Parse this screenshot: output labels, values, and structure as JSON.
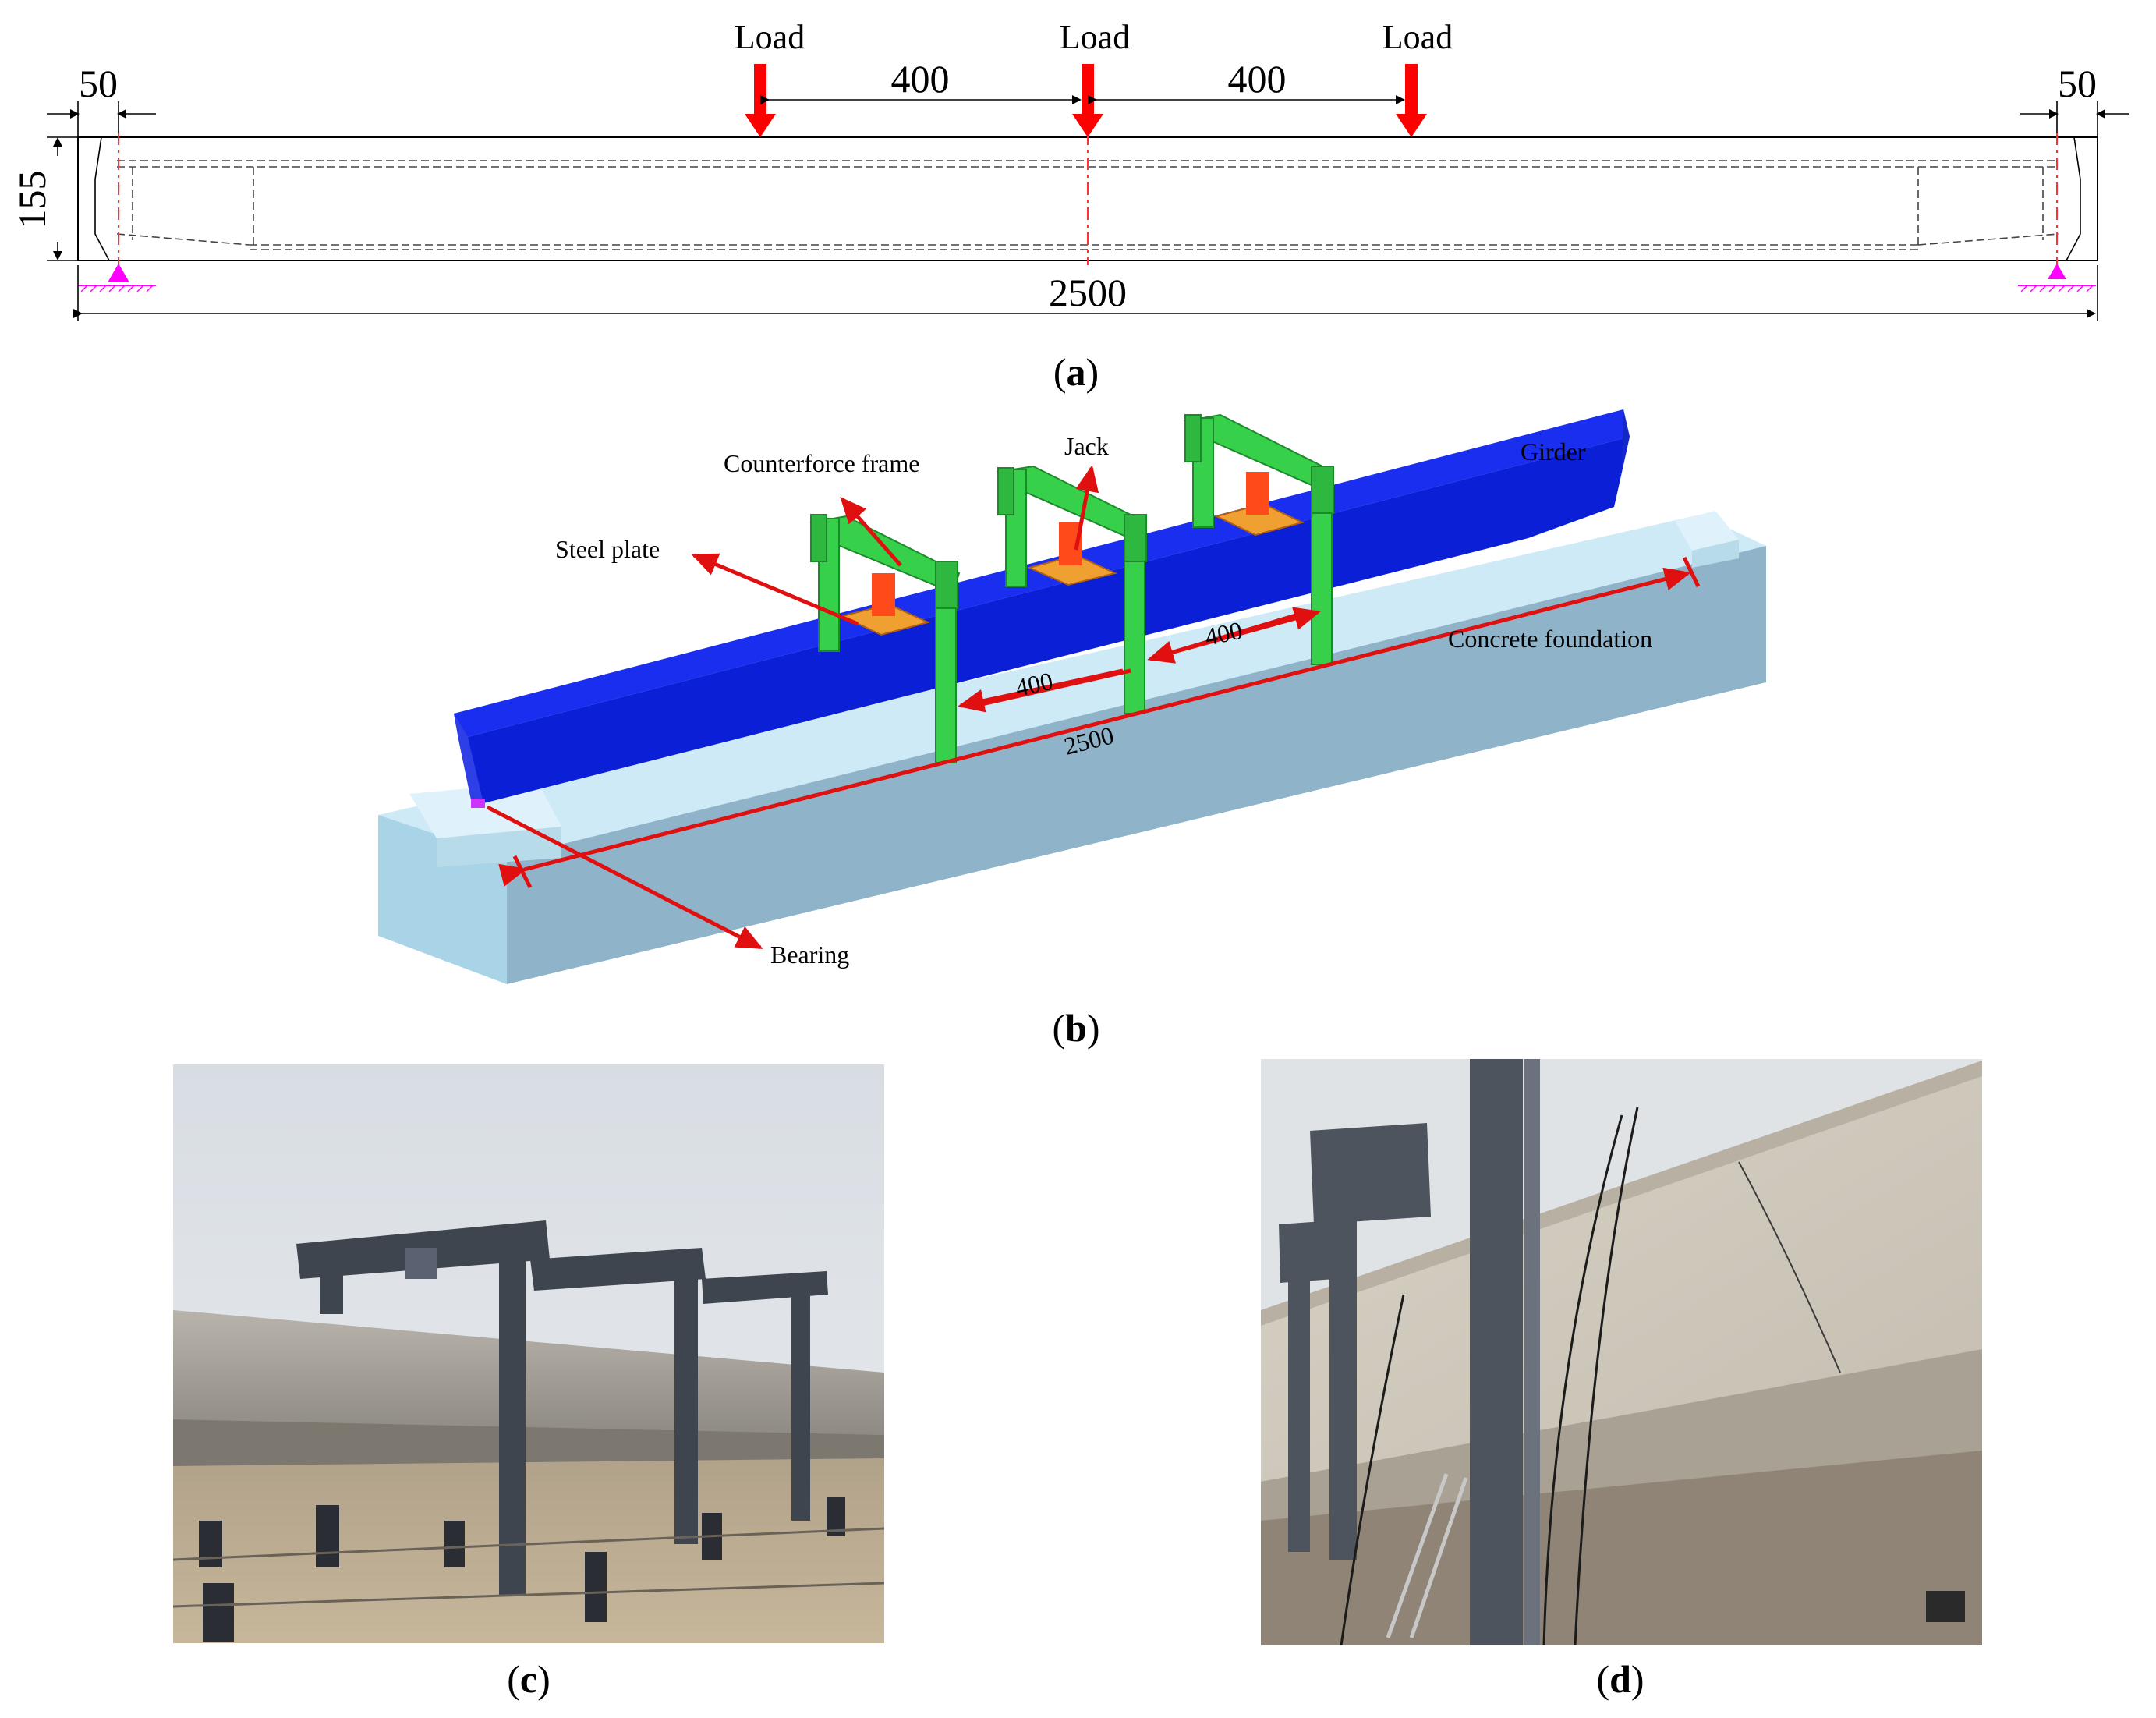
{
  "panel_a": {
    "loads": [
      "Load",
      "Load",
      "Load"
    ],
    "dim_left_end": "50",
    "dim_right_end": "50",
    "dim_load_spacing_1": "400",
    "dim_load_spacing_2": "400",
    "dim_height": "155",
    "dim_span": "2500",
    "caption": "a",
    "colors": {
      "load_arrow": "#ff0000",
      "support": "#ff00ff",
      "centerline": "#ff3333"
    }
  },
  "panel_b": {
    "labels": {
      "counterforce_frame": "Counterforce frame",
      "jack": "Jack",
      "girder": "Girder",
      "steel_plate": "Steel plate",
      "concrete_foundation": "Concrete foundation",
      "bearing": "Bearing"
    },
    "dims": {
      "spacing_1": "400",
      "spacing_2": "400",
      "span": "2500"
    },
    "caption": "b",
    "colors": {
      "girder": "#0a1fd6",
      "frame": "#33cc33",
      "plate": "#f0a030",
      "foundation": "#bfe3f2",
      "arrow": "#e01010"
    }
  },
  "panel_c": {
    "caption": "c",
    "description_icon": "photo-test-setup-side"
  },
  "panel_d": {
    "caption": "d",
    "description_icon": "photo-girder-closeup"
  }
}
